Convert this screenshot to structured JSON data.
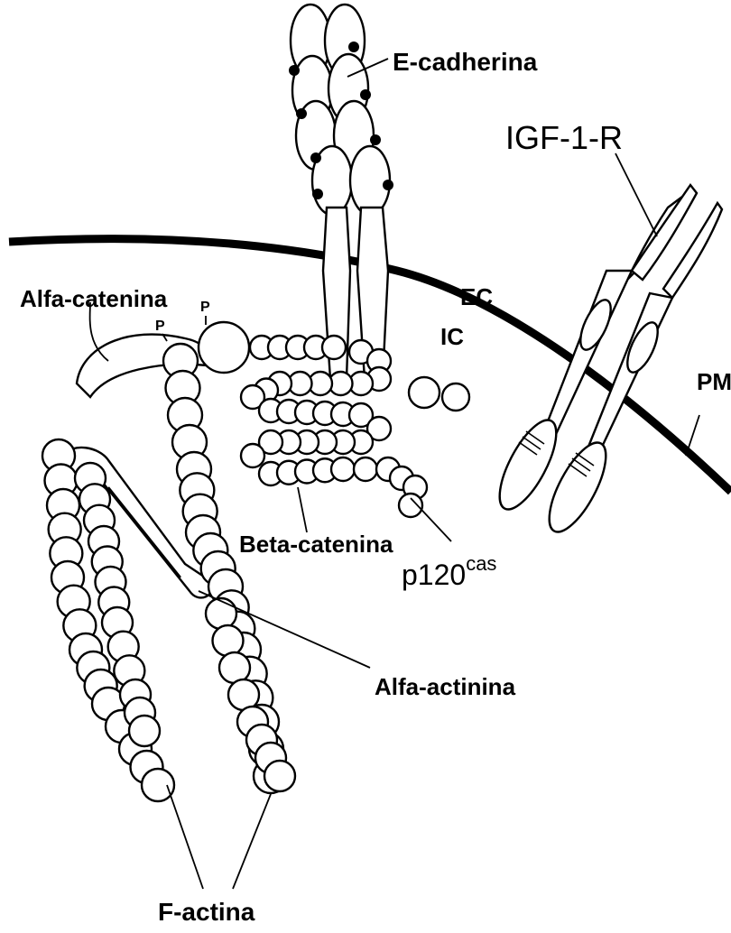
{
  "labels": {
    "e_cadherina": "E-cadherina",
    "igf1r": "IGF-1-R",
    "alfa_catenina": "Alfa-catenina",
    "p1": "P",
    "p2": "P",
    "ec": "EC",
    "ic": "IC",
    "pm": "PM",
    "beta_catenina": "Beta-catenina",
    "p120_base": "p120",
    "p120_sup": "cas",
    "alfa_actinina": "Alfa-actinina",
    "f_actina": "F-actina"
  },
  "colors": {
    "line": "#000000",
    "fill": "#ffffff"
  }
}
